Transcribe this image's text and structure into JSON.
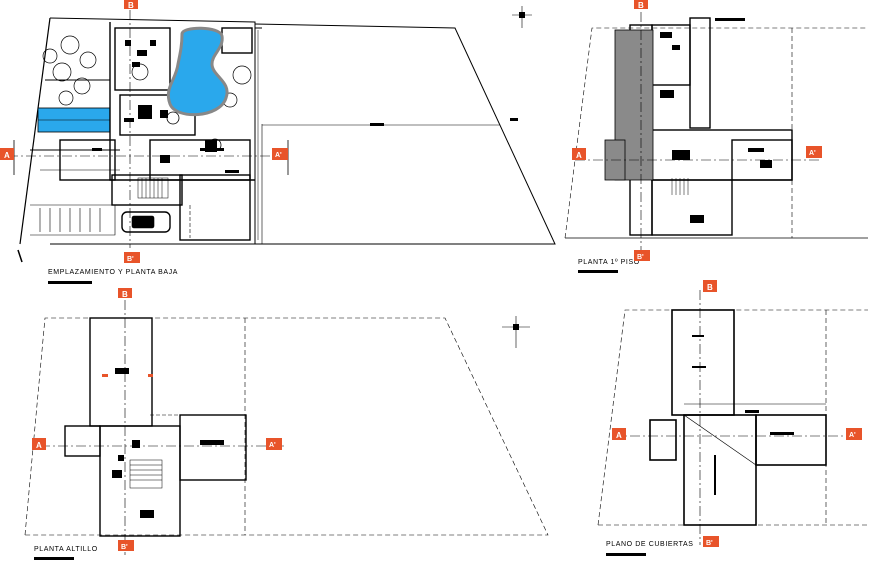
{
  "sheet": {
    "views": [
      {
        "id": "ground",
        "title": "EMPLAZAMIENTO Y PLANTA BAJA"
      },
      {
        "id": "first",
        "title": "PLANTA  1º PISO"
      },
      {
        "id": "attic",
        "title": "PLANTA  ALTILLO"
      },
      {
        "id": "roof",
        "title": "PLANO DE CUBIERTAS"
      }
    ],
    "section_markers": {
      "a": "A",
      "a_prime": "A'",
      "b": "B",
      "b_prime": "B'"
    }
  },
  "colors": {
    "section_marker": "#e8542a",
    "pool": "#2aa8ec",
    "lines": "#000000",
    "stair_fill": "#8a8a8a"
  }
}
